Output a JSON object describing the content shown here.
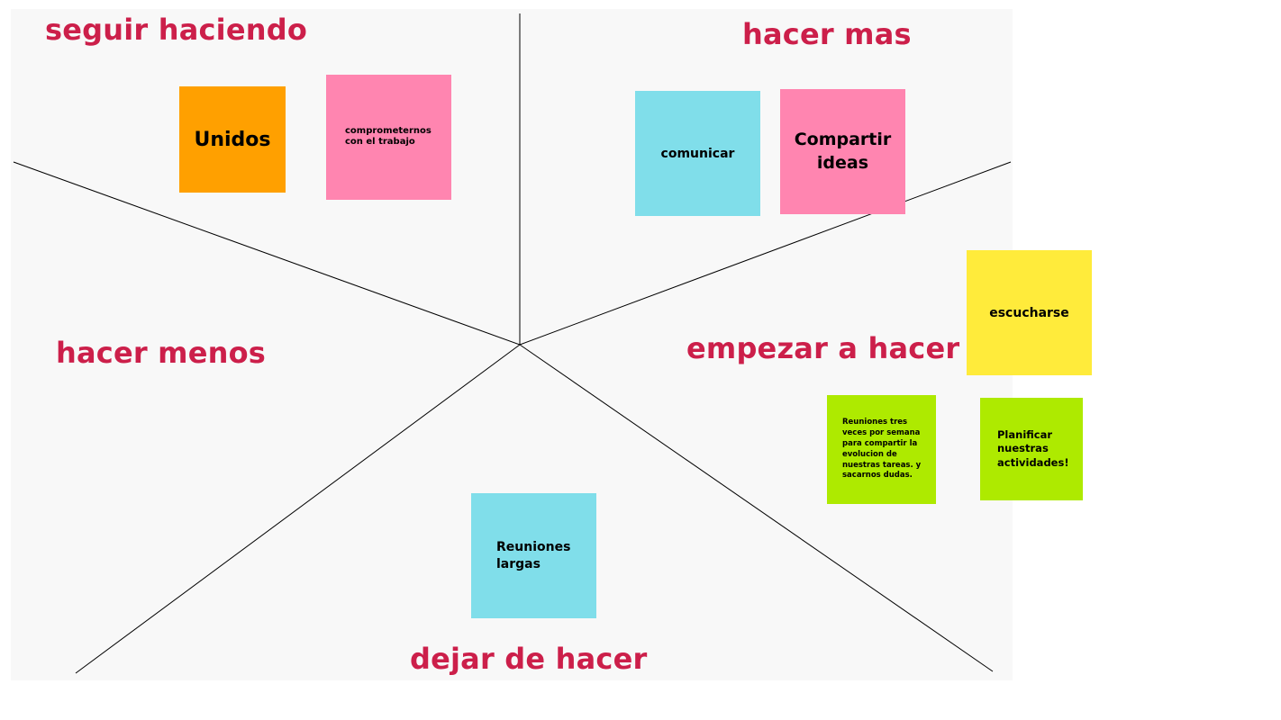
{
  "colors": {
    "title": "#cc1f4a",
    "board": "#f8f8f8",
    "orange": "#ffa000",
    "pink": "#ff85b0",
    "cyan": "#80deea",
    "yellow": "#ffeb3b",
    "green": "#aeea00"
  },
  "sections": {
    "seguir_haciendo": "seguir haciendo",
    "hacer_mas": "hacer mas",
    "hacer_menos": "hacer menos",
    "empezar_a_hacer": "empezar a hacer",
    "dejar_de_hacer": "dejar de hacer"
  },
  "notes": {
    "unidos": "Unidos",
    "comprometernos": "comprometernos con el trabajo",
    "comunicar": "comunicar",
    "compartir_ideas": "Compartir ideas",
    "escucharse": "escucharse",
    "reuniones_tres_veces": "Reuniones tres veces por semana para compartir la evolucion de nuestras tareas. y sacarnos dudas.",
    "planificar": "Planificar nuestras actividades!",
    "reuniones_largas": "Reuniones largas"
  }
}
